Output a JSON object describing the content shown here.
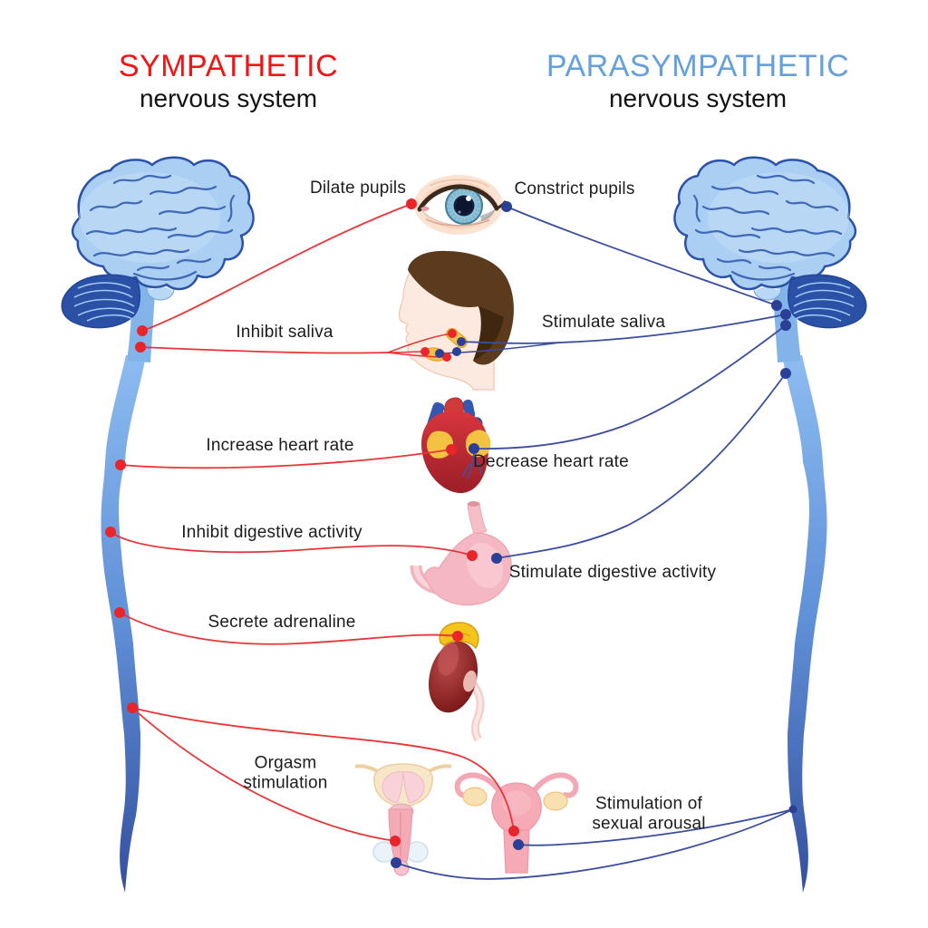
{
  "header": {
    "sympathetic": {
      "title": "SYMPATHETIC",
      "subtitle": "nervous system"
    },
    "parasympathetic": {
      "title": "PARASYMPATHETIC",
      "subtitle": "nervous system"
    }
  },
  "labels": {
    "dilate_pupils": "Dilate pupils",
    "constrict_pupils": "Constrict pupils",
    "inhibit_saliva": "Inhibit saliva",
    "stimulate_saliva": "Stimulate saliva",
    "increase_heart_rate": "Increase heart rate",
    "decrease_heart_rate": "Decrease heart rate",
    "inhibit_digestive": "Inhibit digestive activity",
    "stimulate_digestive": "Stimulate digestive activity",
    "secrete_adrenaline": "Secrete adrenaline",
    "orgasm_stimulation": "Orgasm stimulation",
    "sexual_arousal": "Stimulation of sexual arousal"
  },
  "figures": {
    "left_brain": "brain-and-spinal-cord-sympathetic",
    "right_brain": "brain-and-spinal-cord-parasympathetic",
    "eye": "eye",
    "head": "human-head-with-salivary-glands",
    "heart": "heart",
    "stomach": "stomach",
    "adrenal_kidney": "adrenal-gland-on-kidney",
    "male_organs": "male-reproductive-organs",
    "female_organs": "female-reproductive-organs"
  },
  "colors": {
    "sympathetic_red": "#f21414",
    "parasympathetic_blue": "#64a0dc",
    "line_red": "#e93438",
    "line_blue": "#3a4d9f",
    "dot_red": "#e8252b",
    "dot_blue": "#2c3f96",
    "brain_blue": "#a9cff3",
    "text": "#1c1c1c"
  }
}
